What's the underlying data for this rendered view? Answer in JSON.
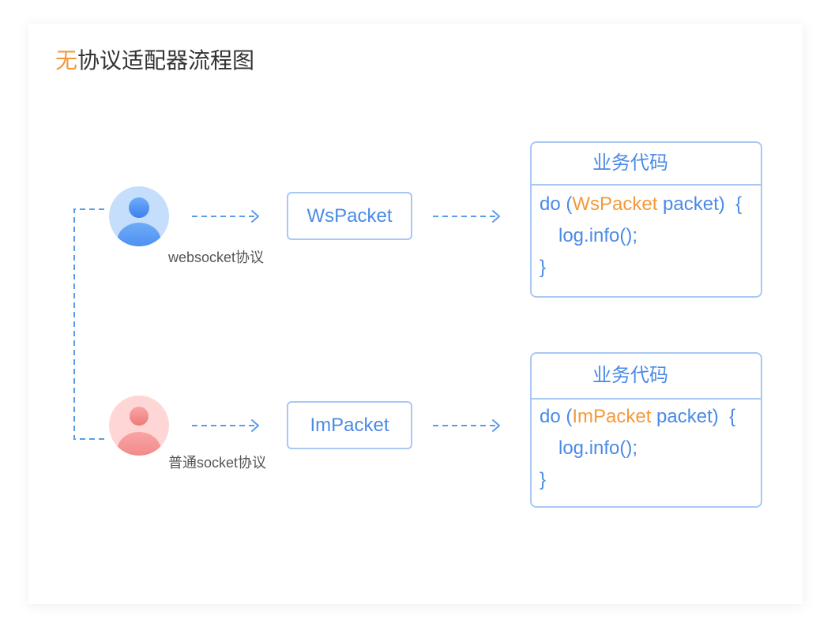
{
  "title": {
    "accent": "无",
    "text": "协议适配器流程图"
  },
  "flows": [
    {
      "protocol": "websocket协议",
      "icon": "user-avatar-icon",
      "packet": "WsPacket",
      "code": {
        "header": "业务代码",
        "prefix": "do (",
        "type": "WsPacket",
        "suffix": " packet)  {",
        "body": "log.info();",
        "close": "}"
      }
    },
    {
      "protocol": "普通socket协议",
      "icon": "user-avatar-icon",
      "packet": "ImPacket",
      "code": {
        "header": "业务代码",
        "prefix": "do (",
        "type": "ImPacket",
        "suffix": " packet)  {",
        "body": "log.info();",
        "close": "}"
      }
    }
  ],
  "colors": {
    "accent": "#f4993b",
    "primary": "#4a8ae6",
    "border": "#a9c8f3",
    "line": "#5b9be9",
    "title": "#333333",
    "label": "#555555",
    "avatar_blue_bg": "#c4defb",
    "avatar_blue_fg": "#4a8cf0",
    "avatar_pink_bg": "#ffd6d6",
    "avatar_pink_fg": "#f08686"
  }
}
